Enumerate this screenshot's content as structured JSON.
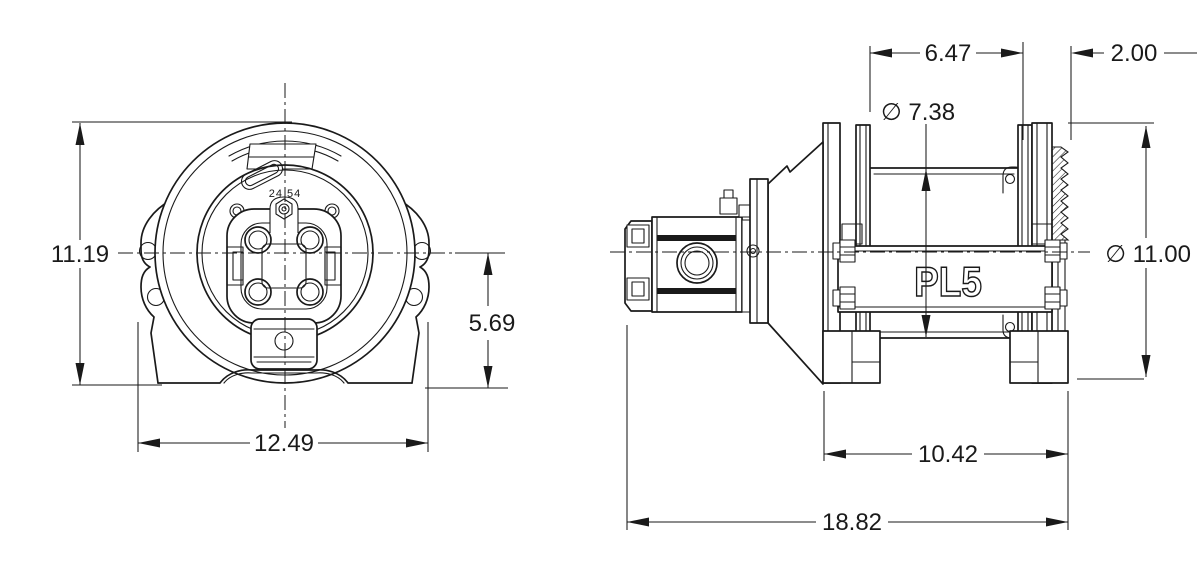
{
  "drawing": {
    "front_view": {
      "height": "11.19",
      "width": "12.49",
      "center_to_base": "5.69",
      "hub_stamp": "24 54"
    },
    "side_view": {
      "barrel_length": "6.47",
      "end_offset": "2.00",
      "barrel_diameter": "∅ 7.38",
      "flange_diameter": "∅ 11.00",
      "foot_span": "10.42",
      "overall_length": "18.82",
      "drum_label": "PL5"
    },
    "colors": {
      "line": "#1a1a1a",
      "background": "#ffffff"
    }
  }
}
